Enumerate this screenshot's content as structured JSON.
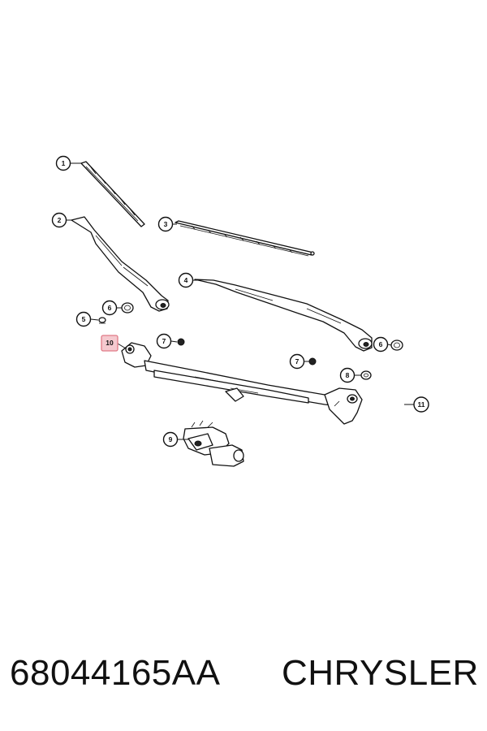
{
  "callouts": [
    {
      "label": "1"
    },
    {
      "label": "2"
    },
    {
      "label": "3"
    },
    {
      "label": "4"
    },
    {
      "label": "5"
    },
    {
      "label": "6"
    },
    {
      "label": "10"
    },
    {
      "label": "7"
    },
    {
      "label": "7"
    },
    {
      "label": "6"
    },
    {
      "label": "8"
    },
    {
      "label": "11"
    },
    {
      "label": "9"
    }
  ],
  "highlight_color": "#e07a86",
  "highlight_fill": "#f5c9cf",
  "footer": {
    "part_number": "68044165AA",
    "brand": "CHRYSLER"
  }
}
